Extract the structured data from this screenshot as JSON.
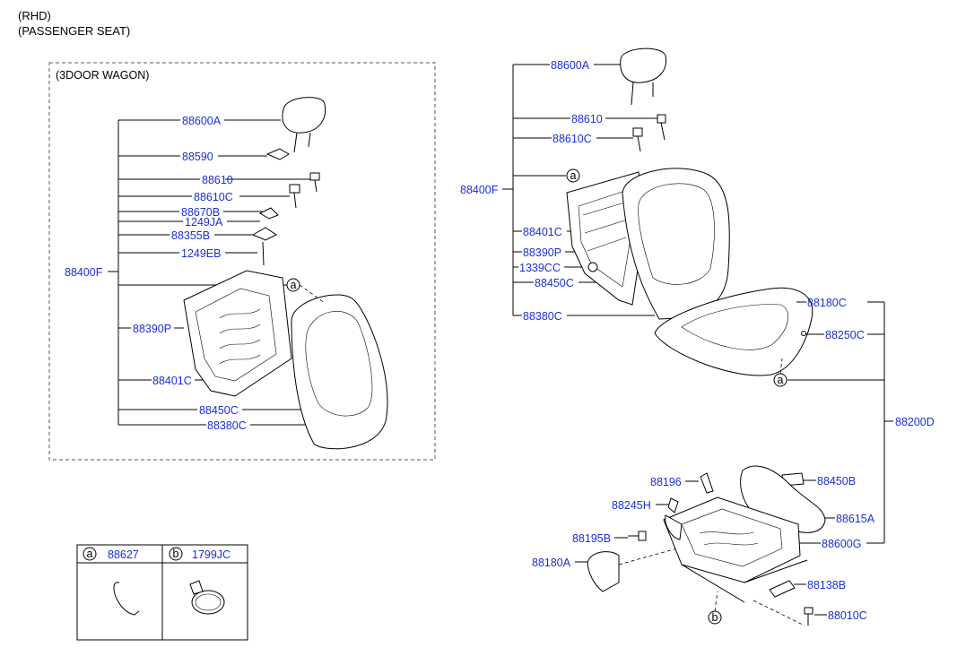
{
  "header": {
    "line1": "(RHD)",
    "line2": "(PASSENGER SEAT)"
  },
  "left_group": {
    "title": "(3DOOR WAGON)",
    "assembly_label": "88400F",
    "parts": [
      "88600A",
      "88590",
      "88610",
      "88610C",
      "88670B",
      "1249JA",
      "88355B",
      "1249EB",
      "88390P",
      "88401C",
      "88450C",
      "88380C"
    ],
    "callout": "a"
  },
  "right_group": {
    "assembly_label": "88400F",
    "parts_back": [
      "88600A",
      "88610",
      "88610C",
      "88401C",
      "88390P",
      "1339CC",
      "88450C",
      "88380C"
    ],
    "cushion_label": "88200D",
    "parts_cushion": [
      "88180C",
      "88250C"
    ],
    "parts_frame": [
      "88196",
      "88245H",
      "88195B",
      "88180A",
      "88450B",
      "88615A",
      "88600G",
      "88138B",
      "88010C"
    ],
    "callout_a": "a",
    "callout_b": "b"
  },
  "legend": {
    "items": [
      {
        "letter": "a",
        "part": "88627"
      },
      {
        "letter": "b",
        "part": "1799JC"
      }
    ]
  }
}
